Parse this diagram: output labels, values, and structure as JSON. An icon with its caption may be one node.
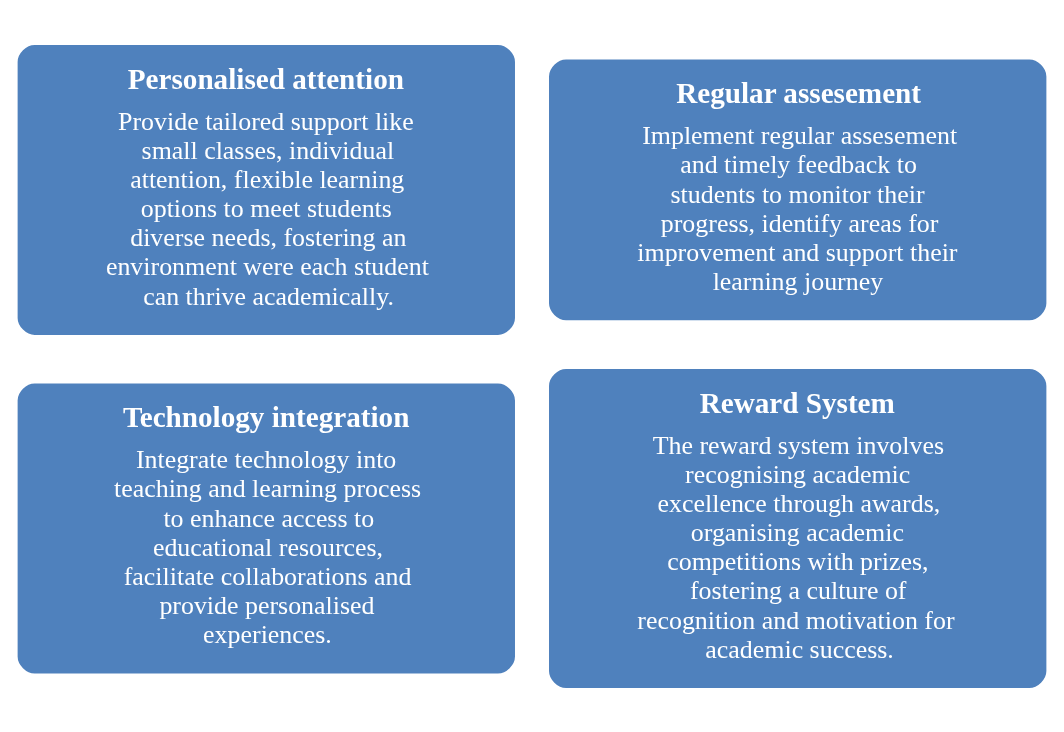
{
  "diagram": {
    "nodes": [
      {
        "text": [
          "Personalised attention",
          "Provide tailored support like small classes, individual attention, flexible learning options to meet students diverse needs, fostering an environment were each student can thrive academically."
        ]
      },
      {
        "text": [
          "Regular assesement",
          "Implement regular assesement and timely feedback to students to monitor their progress, identify areas for improvement and support their learning journey"
        ]
      },
      {
        "text": [
          "Technology integration",
          "Integrate technology into teaching and learning process to enhance access to educational resources, facilitate collaborations and provide personalised experiences."
        ]
      },
      {
        "text": [
          "Reward System",
          "The reward system involves recognising academic excellence through awards, organising academic competitions with prizes, fostering a culture of recognition and motivation for academic success."
        ]
      }
    ],
    "edges": []
  }
}
